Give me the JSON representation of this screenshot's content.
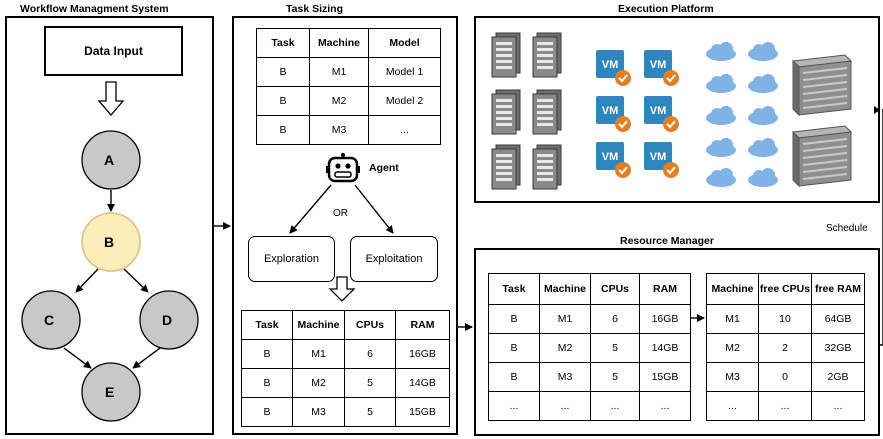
{
  "workflow": {
    "title": "Workflow Managment System",
    "data_input_label": "Data Input",
    "nodes": {
      "a": "A",
      "b": "B",
      "c": "C",
      "d": "D",
      "e": "E"
    },
    "colors": {
      "node": "#c8c8c8",
      "highlight_fill": "#fbeeb8",
      "highlight_stroke": "#d9c27a"
    }
  },
  "task_sizing": {
    "title": "Task Sizing",
    "model_table": {
      "headers": [
        "Task",
        "Machine",
        "Model"
      ],
      "rows": [
        [
          "B",
          "M1",
          "Model 1"
        ],
        [
          "B",
          "M2",
          "Model 2"
        ],
        [
          "B",
          "M3",
          "..."
        ]
      ]
    },
    "agent_label": "Agent",
    "agent_icon": "robot-icon",
    "or_label": "OR",
    "exploration_label": "Exploration",
    "exploitation_label": "Exploitation",
    "sizing_table": {
      "headers": [
        "Task",
        "Machine",
        "CPUs",
        "RAM"
      ],
      "rows": [
        [
          "B",
          "M1",
          "6",
          "16GB"
        ],
        [
          "B",
          "M2",
          "5",
          "14GB"
        ],
        [
          "B",
          "M3",
          "5",
          "15GB"
        ]
      ]
    }
  },
  "execution_platform": {
    "title": "Execution Platform",
    "vm_label": "VM",
    "icons": [
      "server-tower-icon",
      "vm-icon",
      "cloud-icon",
      "storage-rack-icon"
    ],
    "colors": {
      "vm": "#2e86c1",
      "check": "#e67e22",
      "cloud": "#7fb3e6"
    }
  },
  "schedule_label": "Schedule",
  "resource_manager": {
    "title": "Resource Manager",
    "allocation_table": {
      "headers": [
        "Task",
        "Machine",
        "CPUs",
        "RAM"
      ],
      "rows": [
        [
          "B",
          "M1",
          "6",
          "16GB"
        ],
        [
          "B",
          "M2",
          "5",
          "14GB"
        ],
        [
          "B",
          "M3",
          "5",
          "15GB"
        ],
        [
          "...",
          "...",
          "...",
          "..."
        ]
      ]
    },
    "free_table": {
      "headers": [
        "Machine",
        "free CPUs",
        "free RAM"
      ],
      "rows": [
        [
          "M1",
          "10",
          "64GB"
        ],
        [
          "M2",
          "2",
          "32GB"
        ],
        [
          "M3",
          "0",
          "2GB"
        ],
        [
          "...",
          "...",
          "..."
        ]
      ]
    }
  }
}
